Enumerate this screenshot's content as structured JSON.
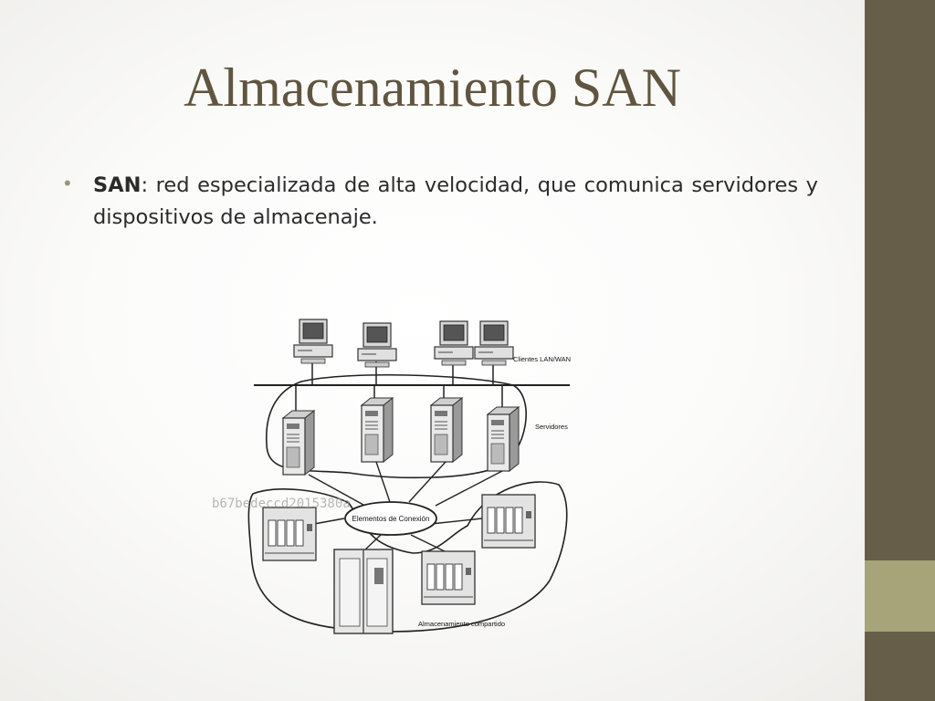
{
  "slide": {
    "title": "Almacenamiento SAN",
    "bullet": {
      "term": "SAN",
      "text": ": red especializada de alta velocidad, que comunica servidores y dispositivos de almacenaje."
    }
  },
  "diagram": {
    "labels": {
      "clients": "Clientes LAN/WAN",
      "servers": "Servidores",
      "connection": "Elementos de Conexión",
      "shared_storage": "Almacenamiento compartido",
      "watermark": "b67bedeccd2015380a"
    }
  },
  "theme": {
    "sidebar_color": "#675e4a",
    "sidebar_accent_color": "#a7a47a",
    "title_color": "#5f5540"
  }
}
